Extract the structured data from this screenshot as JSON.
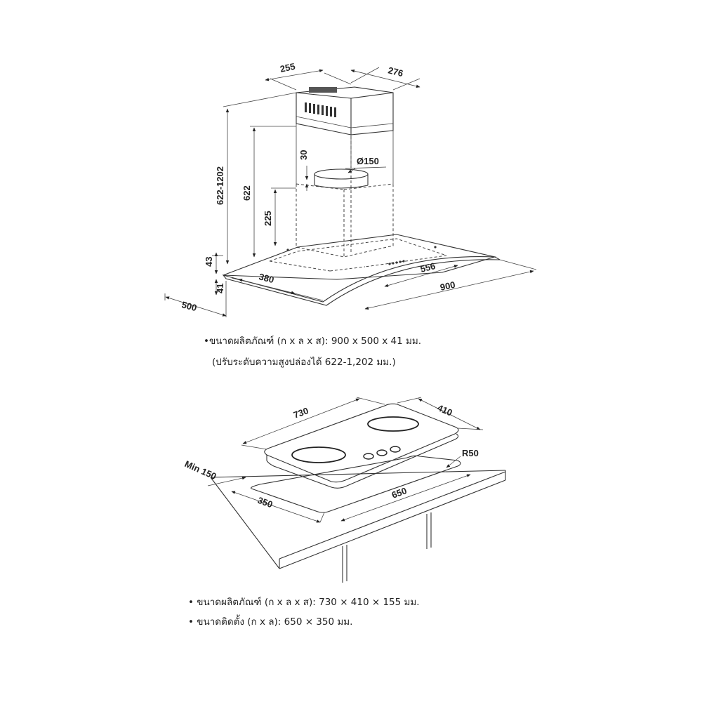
{
  "hood": {
    "dims": {
      "chimney_width": "255",
      "chimney_depth": "276",
      "height_range": "622-1202",
      "chimney_height": "622",
      "pipe_offset": "30",
      "duct_diameter": "Ø150",
      "inner_height": "225",
      "canopy_height": "43",
      "glass_thickness": "41",
      "depth": "500",
      "side_depth": "380",
      "inner_width": "556",
      "width": "900"
    },
    "notes": [
      "•ขนาดผลิตภัณฑ์ (ก x ล x ส): 900 x 500 x 41 มม.",
      "(ปรับระดับความสูงปล่องได้ 622-1,202 มม.)"
    ]
  },
  "hob": {
    "dims": {
      "width": "730",
      "depth": "410",
      "corner_radius": "R50",
      "min_clearance": "Min 150",
      "cutout_width": "650",
      "cutout_depth": "350"
    },
    "notes": [
      "•  ขนาดผลิตภัณฑ์ (ก x ล x ส): 730 × 410 × 155 มม.",
      "•  ขนาดติดตั้ง (ก x ล): 650 × 350 มม."
    ]
  }
}
